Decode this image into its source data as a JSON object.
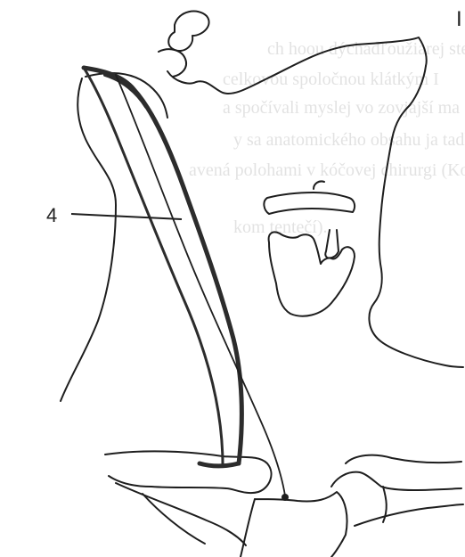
{
  "figure": {
    "callout_number": "4",
    "edge_letter": "I",
    "bleed_through_lines": [
      "ch hoou dýchadľoužiarej steje",
      "celkovou spoločnou klátkým I",
      "a spočívali myslej vo zovjajší ma",
      "y sa anatomického obsahu ja tadlu",
      "avená polohami v kóčovej chirurgi (Kon",
      "kom tentečí)."
    ],
    "colors": {
      "ink": "#1e1e1e",
      "muscle": "#2c2c2c",
      "bleed": "#9a9a9a",
      "background": "#ffffff"
    }
  }
}
